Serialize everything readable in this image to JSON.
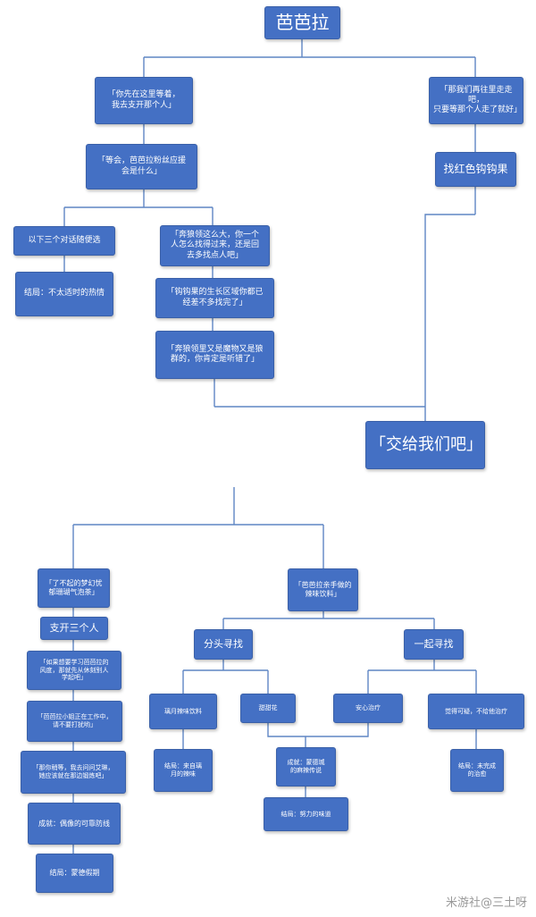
{
  "nodes": {
    "root": "芭芭拉",
    "l1_left": "「你先在这里等着，\n我去支开那个人」",
    "l1_right": "「那我们再往里走走吧，\n只要等那个人走了就好」",
    "l2_left": "「等会，芭芭拉粉丝应援\n会是什么」",
    "l2_right": "找红色钩钩果",
    "opt_note": "以下三个对话随便选",
    "end_passion": "结局：不太适时的热情",
    "d1": "「奔狼领这么大，你一个\n人怎么找得过来，还是回\n去多找点人吧」",
    "d2": "「钩钩果的生长区域你都已\n经差不多找完了」",
    "d3": "「奔狼领里又是魔物又是狼\n群的，你肯定是听错了」",
    "hand_over": "「交给我们吧」",
    "b_left": "「了不起的梦幻忧\n郁珊瑚气泡茶」",
    "b_right": "「芭芭拉亲手做的\n辣味饮料」",
    "separate": "支开三个人",
    "s1": "「如果想要学习芭芭拉的\n风度，那就先从休刻别人\n学起吧」",
    "s2": "「芭芭拉小姐正在工作中，\n请不要打扰哟」",
    "s3": "「那你稍等，我去问问艾琳，\n她应该就在那边锻炼吧」",
    "end_idol": "成就：偶像的可靠防线",
    "end_holiday": "结局：蒙德假期",
    "split_search": "分头寻找",
    "together_search": "一起寻找",
    "drink": "璃月辣味饮料",
    "sweet": "甜甜花",
    "reassure": "安心治疗",
    "suspicious": "觉得可疑，不给他治疗",
    "end_liyue": "结局：来自璃\n月的辣味",
    "ach_spicy": "成就：蒙德城\n的麻辣传说",
    "end_effort": "结局：努力的味道",
    "end_unfinished": "结局：未完成\n的治愈"
  },
  "watermark": "米游社@三土呀"
}
